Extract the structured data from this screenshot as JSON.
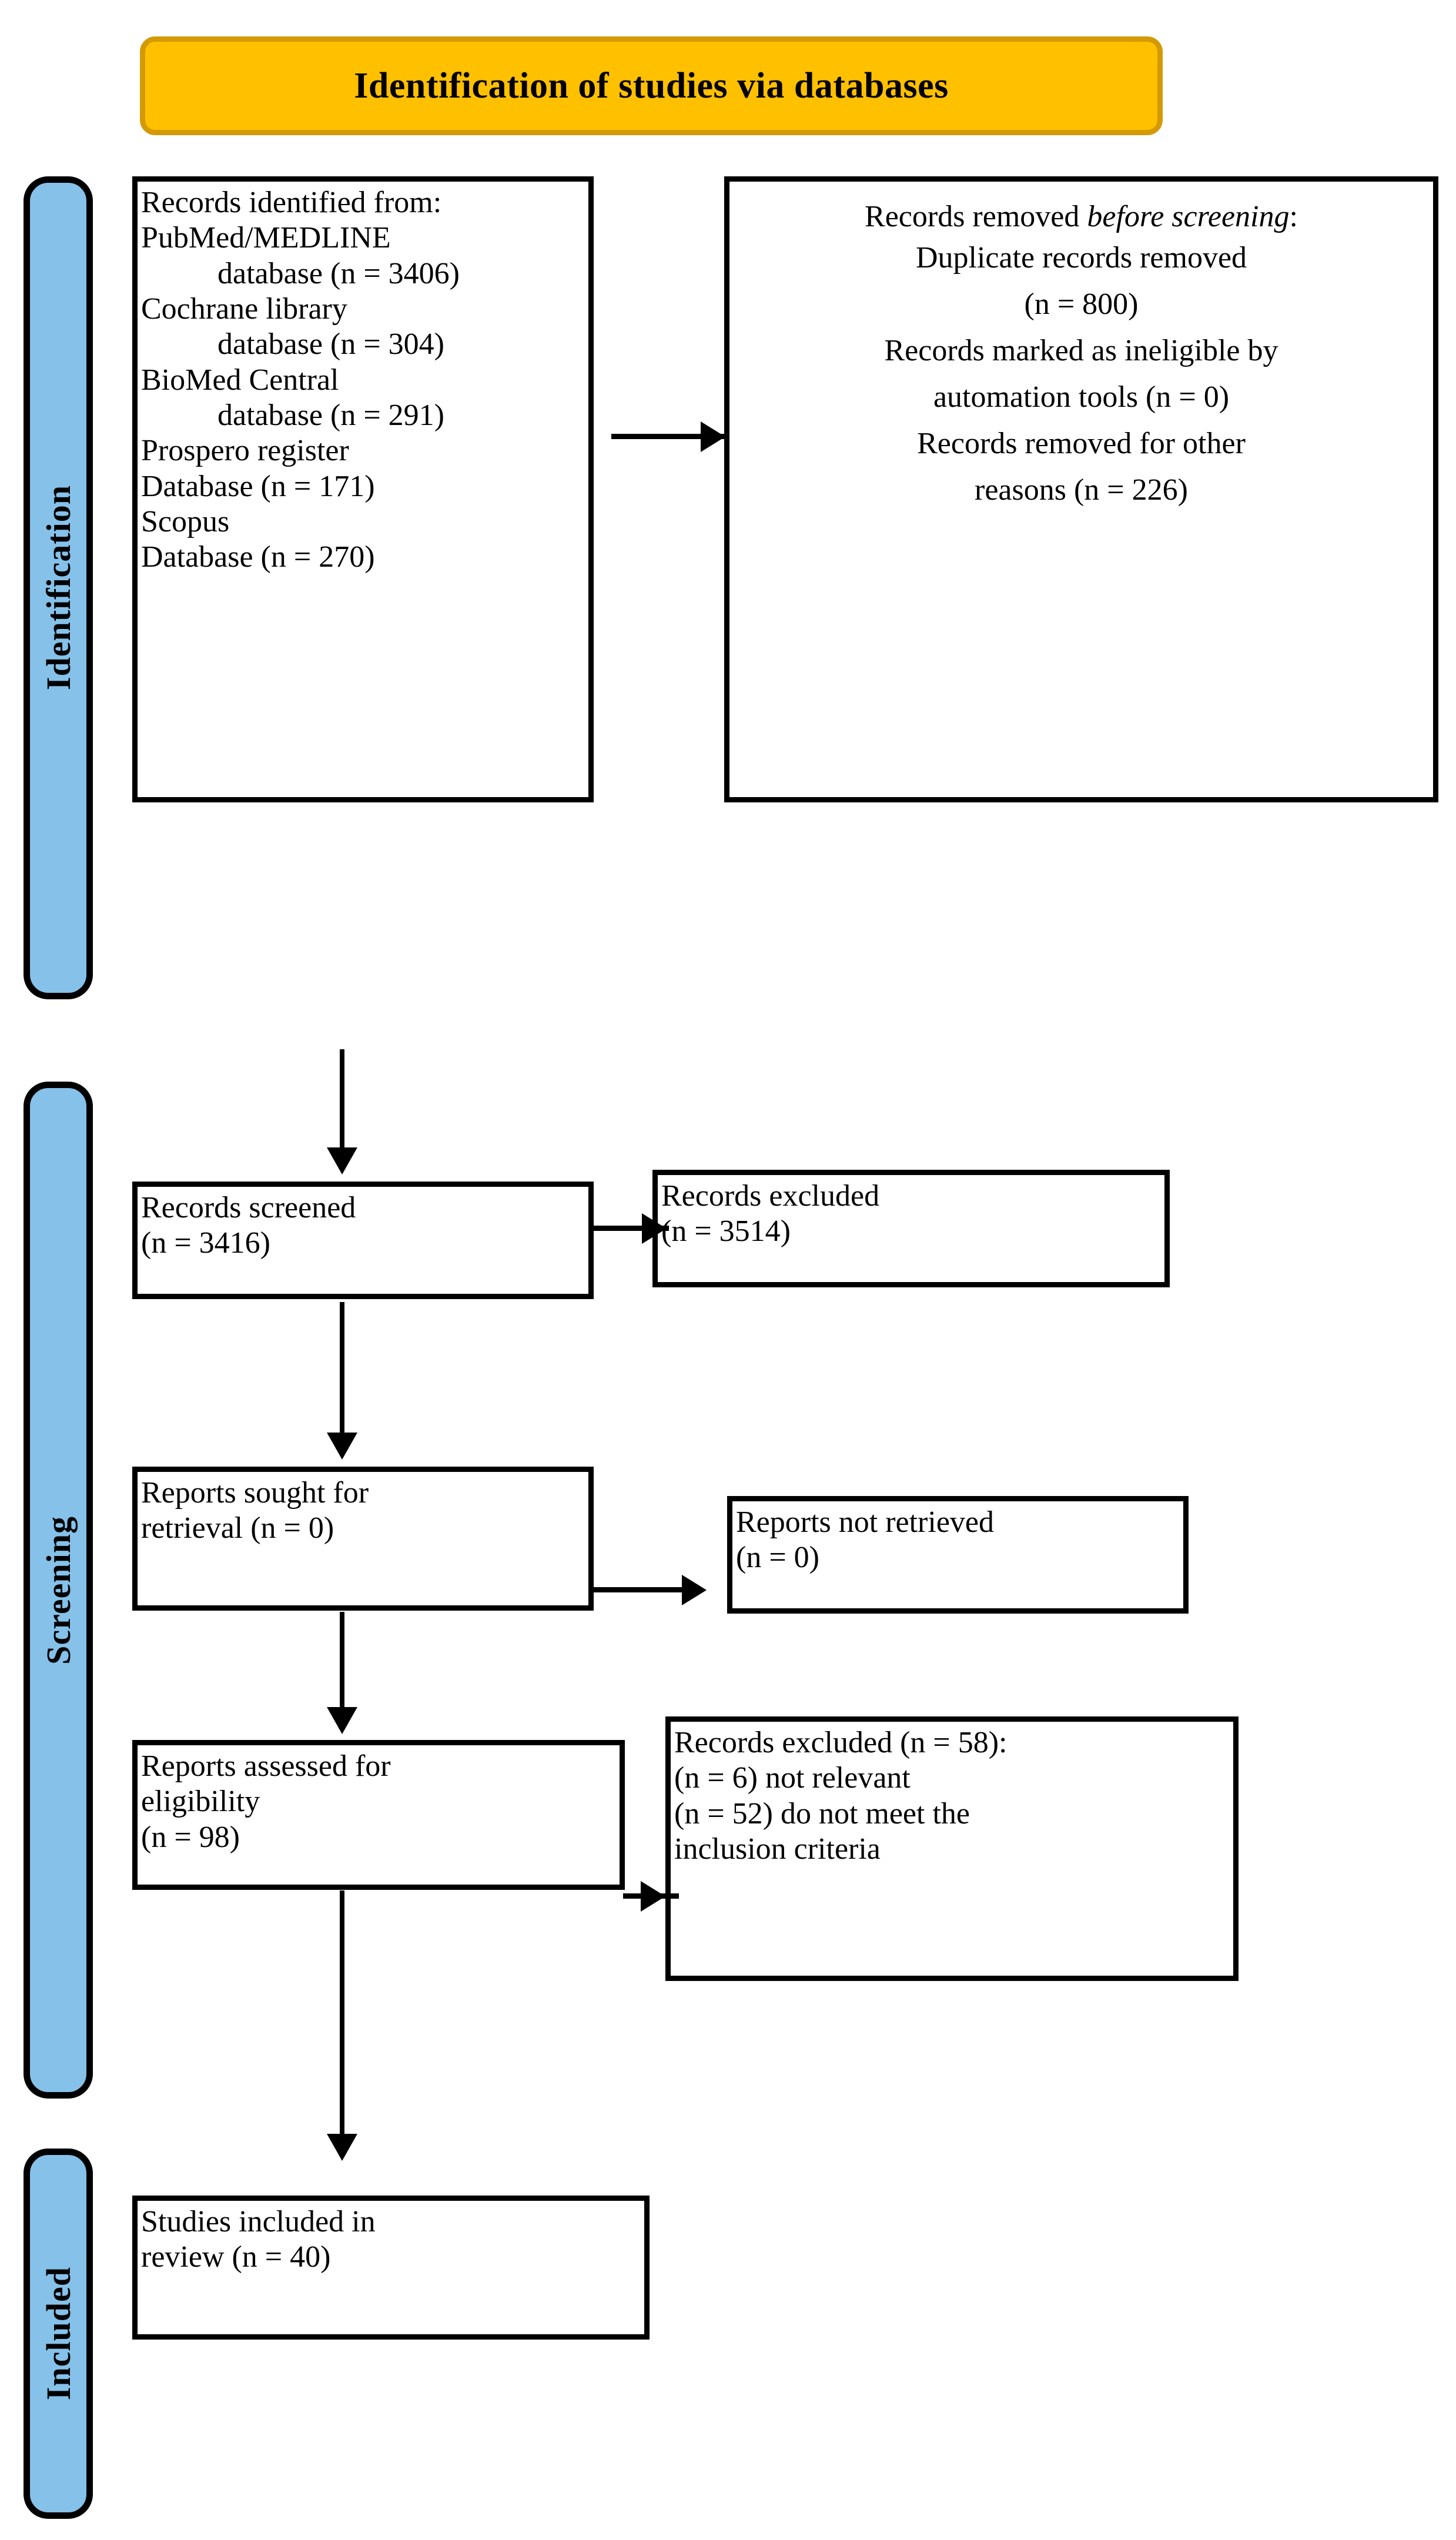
{
  "diagram": {
    "title": "Identification of studies via databases",
    "type": "prisma-flow-diagram",
    "colors": {
      "banner_fill": "#FFC000",
      "banner_border": "#D49A06",
      "stage_pill_fill": "#85C1E9",
      "stage_pill_border": "#000000",
      "box_border": "#000000",
      "box_fill": "#FFFFFF",
      "text": "#000000"
    }
  },
  "banner": {
    "label": "Identification of studies via databases"
  },
  "stages": [
    {
      "id": "identification",
      "label": "Identification"
    },
    {
      "id": "screening",
      "label": "Screening"
    },
    {
      "id": "included",
      "label": "Included"
    }
  ],
  "boxes": {
    "identified": {
      "name": "records-identified",
      "text": "Records identified from:\nPubMed/MEDLINE\n          database (n = 3406)\nCochrane library\n          database (n = 304)\nBioMed Central\n          database (n = 291)\nProspero register\nDatabase (n = 171)\nScopus\nDatabase (n = 270)"
    },
    "removed": {
      "name": "records-removed-before-screening",
      "line1_prefix": "Records removed ",
      "line1_italic": "before screening",
      "line1_suffix": ":",
      "rest": "Duplicate records removed\n(n = 800)\nRecords marked as ineligible by\nautomation tools (n = 0)\nRecords removed for other\nreasons (n = 226)"
    },
    "screened": {
      "name": "records-screened",
      "text": "Records screened\n(n = 3416)"
    },
    "excluded_screening": {
      "name": "records-excluded-screening",
      "text": "Records excluded\n(n = 3514)"
    },
    "sought": {
      "name": "reports-sought-for-retrieval",
      "text": "Reports sought for\nretrieval (n = 0)"
    },
    "not_retrieved": {
      "name": "reports-not-retrieved",
      "text": "Reports not retrieved\n(n = 0)"
    },
    "assessed": {
      "name": "reports-assessed-for-eligibility",
      "text": "Reports assessed for\neligibility\n(n = 98)"
    },
    "excluded_eligibility": {
      "name": "records-excluded-eligibility",
      "text": "Records excluded (n = 58):\n(n = 6) not relevant\n(n = 52) do not meet the\ninclusion criteria"
    },
    "included": {
      "name": "studies-included-in-review",
      "text": "Studies included in\nreview (n = 40)"
    }
  },
  "chart_data": {
    "type": "diagram",
    "title": "Identification of studies via databases",
    "nodes": [
      {
        "id": "identified",
        "stage": "Identification",
        "label": "Records identified from",
        "counts": [
          {
            "source": "PubMed/MEDLINE database",
            "n": 3406
          },
          {
            "source": "Cochrane library database",
            "n": 304
          },
          {
            "source": "BioMed Central database",
            "n": 291
          },
          {
            "source": "Prospero register Database",
            "n": 171
          },
          {
            "source": "Scopus Database",
            "n": 270
          }
        ]
      },
      {
        "id": "removed",
        "stage": "Identification",
        "label": "Records removed before screening",
        "counts": [
          {
            "source": "Duplicate records removed",
            "n": 800
          },
          {
            "source": "Records marked as ineligible by automation tools",
            "n": 0
          },
          {
            "source": "Records removed for other reasons",
            "n": 226
          }
        ]
      },
      {
        "id": "screened",
        "stage": "Screening",
        "label": "Records screened",
        "n": 3416
      },
      {
        "id": "excluded_screening",
        "stage": "Screening",
        "label": "Records excluded",
        "n": 3514
      },
      {
        "id": "sought",
        "stage": "Screening",
        "label": "Reports sought for retrieval",
        "n": 0
      },
      {
        "id": "not_retrieved",
        "stage": "Screening",
        "label": "Reports not retrieved",
        "n": 0
      },
      {
        "id": "assessed",
        "stage": "Screening",
        "label": "Reports assessed for eligibility",
        "n": 98
      },
      {
        "id": "excluded_eligibility",
        "stage": "Screening",
        "label": "Records excluded",
        "n": 58,
        "reasons": [
          {
            "reason": "not relevant",
            "n": 6
          },
          {
            "reason": "do not meet the inclusion criteria",
            "n": 52
          }
        ]
      },
      {
        "id": "included",
        "stage": "Included",
        "label": "Studies included in review",
        "n": 40
      }
    ],
    "edges": [
      {
        "from": "identified",
        "to": "removed",
        "direction": "right"
      },
      {
        "from": "identified",
        "to": "screened",
        "direction": "down"
      },
      {
        "from": "screened",
        "to": "excluded_screening",
        "direction": "right"
      },
      {
        "from": "screened",
        "to": "sought",
        "direction": "down"
      },
      {
        "from": "sought",
        "to": "not_retrieved",
        "direction": "right"
      },
      {
        "from": "sought",
        "to": "assessed",
        "direction": "down"
      },
      {
        "from": "assessed",
        "to": "excluded_eligibility",
        "direction": "right"
      },
      {
        "from": "assessed",
        "to": "included",
        "direction": "down"
      }
    ]
  }
}
